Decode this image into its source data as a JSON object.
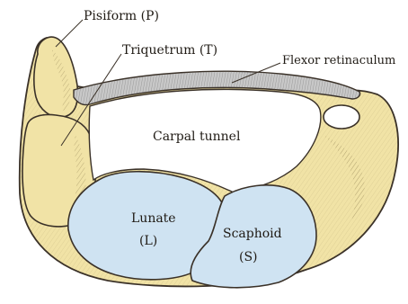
{
  "labels": {
    "pisiform": "Pisiform (P)",
    "triquetrum": "Triquetrum (T)",
    "flexor_retinaculum": "Flexor retinaculum",
    "carpal_tunnel": "Carpal tunnel",
    "lunate": "Lunate",
    "lunate_abbr": "(L)",
    "scaphoid": "Scaphoid",
    "scaphoid_abbr": "(S)"
  },
  "colors": {
    "bone_yellow": "#f1e3a6",
    "bone_blue": "#cfe3f2",
    "retinaculum": "#c8c8c8",
    "outline": "#3a3128",
    "background": "#ffffff"
  }
}
